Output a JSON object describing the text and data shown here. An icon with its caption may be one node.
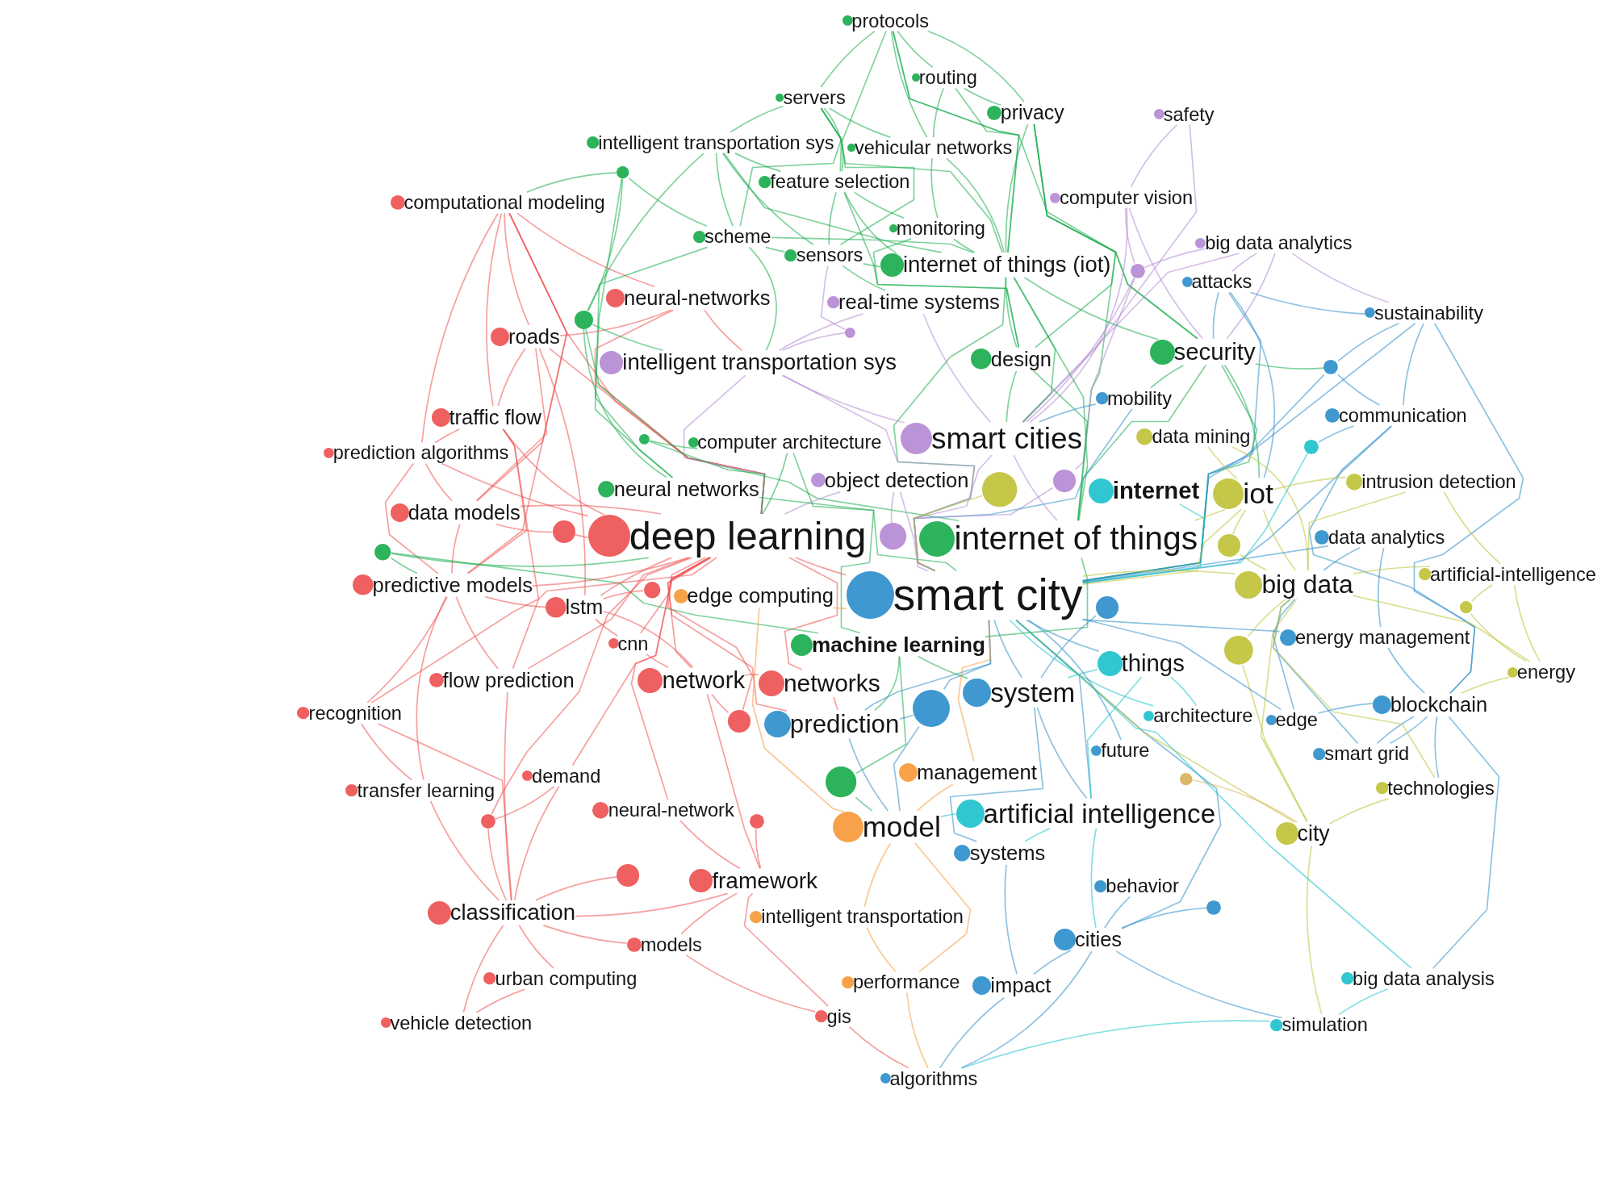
{
  "diagram": {
    "nodes": [
      {
        "text": [
          "protocols"
        ]
      },
      {
        "text": [
          "routing"
        ]
      },
      {
        "text": [
          "servers"
        ]
      },
      {
        "text": [
          "privacy"
        ]
      },
      {
        "text": [
          "safety"
        ]
      },
      {
        "text": [
          "intelligent transportation sys"
        ]
      },
      {
        "text": [
          "vehicular networks"
        ]
      },
      {
        "text": [],
        "shape": "circle"
      },
      {
        "text": [
          "feature selection"
        ]
      },
      {
        "text": [
          "computer vision"
        ]
      },
      {
        "text": [
          "computational modeling"
        ]
      },
      {
        "text": [
          "monitoring"
        ]
      },
      {
        "text": [
          "scheme"
        ]
      },
      {
        "text": [
          "big data analytics"
        ]
      },
      {
        "text": [
          "sensors"
        ]
      },
      {
        "text": [
          "internet of things (iot)"
        ]
      },
      {
        "text": [],
        "shape": "circle"
      },
      {
        "text": [
          "attacks"
        ]
      },
      {
        "text": [
          "neural-networks"
        ]
      },
      {
        "text": [
          "sustainability"
        ]
      },
      {
        "text": [
          "real-time systems"
        ]
      },
      {
        "text": [],
        "shape": "circle"
      },
      {
        "text": [],
        "shape": "circle"
      },
      {
        "text": [
          "roads"
        ]
      },
      {
        "text": [
          "intelligent transportation sys"
        ]
      },
      {
        "text": [
          "security"
        ]
      },
      {
        "text": [
          "design"
        ]
      },
      {
        "text": [],
        "shape": "circle"
      },
      {
        "text": [
          "mobility"
        ]
      },
      {
        "text": [
          "traffic flow"
        ]
      },
      {
        "text": [
          "communication"
        ]
      },
      {
        "text": [
          "data mining"
        ]
      },
      {
        "text": [],
        "shape": "circle"
      },
      {
        "text": [
          "computer architecture"
        ]
      },
      {
        "text": [
          "smart cities"
        ]
      },
      {
        "text": [],
        "shape": "circle"
      },
      {
        "text": [
          "prediction algorithms"
        ]
      },
      {
        "text": [],
        "shape": "circle"
      },
      {
        "text": [
          "intrusion detection"
        ]
      },
      {
        "text": [
          "object detection"
        ]
      },
      {
        "text": [
          "neural networks"
        ]
      },
      {
        "text": [
          "iot"
        ]
      },
      {
        "text": [
          "internet"
        ]
      },
      {
        "text": [],
        "shape": "circle"
      },
      {
        "text": [
          "data models"
        ]
      },
      {
        "text": [],
        "shape": "circle"
      },
      {
        "text": [],
        "shape": "circle"
      },
      {
        "text": [
          "deep learning"
        ]
      },
      {
        "text": [
          "internet of things"
        ]
      },
      {
        "text": [
          "data analytics"
        ]
      },
      {
        "text": [],
        "shape": "circle"
      },
      {
        "text": [],
        "shape": "circle"
      },
      {
        "text": [],
        "shape": "circle"
      },
      {
        "text": [
          "artificial-intelligence"
        ]
      },
      {
        "text": [
          "big data"
        ]
      },
      {
        "text": [
          "predictive models"
        ]
      },
      {
        "text": [
          "edge computing"
        ]
      },
      {
        "text": [
          "smart city"
        ]
      },
      {
        "text": [],
        "shape": "circle"
      },
      {
        "text": [
          "lstm"
        ]
      },
      {
        "text": [
          "machine learning"
        ]
      },
      {
        "text": [],
        "shape": "circle"
      },
      {
        "text": [
          "energy management"
        ]
      },
      {
        "text": [],
        "shape": "circle"
      },
      {
        "text": [
          "networks"
        ]
      },
      {
        "text": [
          "cnn"
        ]
      },
      {
        "text": [
          "things"
        ]
      },
      {
        "text": [
          "energy"
        ]
      },
      {
        "text": [
          "network"
        ]
      },
      {
        "text": [
          "flow prediction"
        ]
      },
      {
        "text": [
          "system"
        ]
      },
      {
        "text": [
          "prediction"
        ]
      },
      {
        "text": [],
        "shape": "circle"
      },
      {
        "text": [
          "blockchain"
        ]
      },
      {
        "text": [
          "recognition"
        ]
      },
      {
        "text": [],
        "shape": "circle"
      },
      {
        "text": [
          "architecture"
        ]
      },
      {
        "text": [
          "edge"
        ]
      },
      {
        "text": [
          "future"
        ]
      },
      {
        "text": [
          "smart grid"
        ]
      },
      {
        "text": [
          "management"
        ]
      },
      {
        "text": [
          "technologies"
        ]
      },
      {
        "text": [
          "demand"
        ]
      },
      {
        "text": [
          "transfer learning"
        ]
      },
      {
        "text": [],
        "shape": "circle"
      },
      {
        "text": [
          "neural-network"
        ]
      },
      {
        "text": [],
        "shape": "circle"
      },
      {
        "text": [
          "artificial intelligence"
        ]
      },
      {
        "text": [],
        "shape": "circle"
      },
      {
        "text": [],
        "shape": "circle"
      },
      {
        "text": [
          "model"
        ]
      },
      {
        "text": [
          "city"
        ]
      },
      {
        "text": [
          "systems"
        ]
      },
      {
        "text": [],
        "shape": "circle"
      },
      {
        "text": [
          "framework"
        ]
      },
      {
        "text": [
          "behavior"
        ]
      },
      {
        "text": [],
        "shape": "circle"
      },
      {
        "text": [
          "classification"
        ]
      },
      {
        "text": [
          "intelligent transportation"
        ]
      },
      {
        "text": [
          "cities"
        ]
      },
      {
        "text": [
          "models"
        ]
      },
      {
        "text": [
          "urban computing"
        ]
      },
      {
        "text": [
          "big data analysis"
        ]
      },
      {
        "text": [
          "performance"
        ]
      },
      {
        "text": [
          "impact"
        ]
      },
      {
        "text": [
          "gis"
        ]
      },
      {
        "text": [
          "vehicle detection"
        ]
      },
      {
        "text": [
          "simulation"
        ]
      },
      {
        "text": [
          "algorithms"
        ]
      }
    ],
    "edges": [
      {
        "from": 0,
        "to": 2,
        "arrow": "none"
      },
      {
        "from": 0,
        "to": 1,
        "arrow": "none"
      },
      {
        "from": 0,
        "to": 3,
        "arrow": "none"
      },
      {
        "from": 0,
        "to": 6,
        "arrow": "none"
      },
      {
        "from": 0,
        "to": 8,
        "arrow": "none"
      },
      {
        "from": 0,
        "to": 15,
        "arrow": "none"
      },
      {
        "from": 0,
        "to": 25,
        "arrow": "none"
      },
      {
        "from": 2,
        "to": 5,
        "arrow": "none"
      },
      {
        "from": 2,
        "to": 8,
        "arrow": "none"
      },
      {
        "from": 2,
        "to": 14,
        "arrow": "none"
      },
      {
        "from": 2,
        "to": 12,
        "arrow": "none"
      },
      {
        "from": 2,
        "to": 15,
        "arrow": "none"
      },
      {
        "from": 2,
        "to": 6,
        "arrow": "none"
      },
      {
        "from": 1,
        "to": 6,
        "arrow": "none"
      },
      {
        "from": 1,
        "to": 3,
        "arrow": "none"
      },
      {
        "from": 1,
        "to": 15,
        "arrow": "none"
      },
      {
        "from": 3,
        "to": 15,
        "arrow": "none"
      },
      {
        "from": 3,
        "to": 26,
        "arrow": "none"
      },
      {
        "from": 3,
        "to": 48,
        "arrow": "none"
      },
      {
        "from": 3,
        "to": 25,
        "arrow": "none"
      },
      {
        "from": 4,
        "to": 9,
        "arrow": "none",
        "color": "#b58ad4"
      },
      {
        "from": 4,
        "to": 34,
        "arrow": "none",
        "color": "#b58ad4"
      },
      {
        "from": 5,
        "to": 12,
        "arrow": "none"
      },
      {
        "from": 5,
        "to": 8,
        "arrow": "none"
      },
      {
        "from": 5,
        "to": 14,
        "arrow": "none"
      },
      {
        "from": 5,
        "to": 15,
        "arrow": "none"
      },
      {
        "from": 5,
        "to": 22,
        "arrow": "none"
      },
      {
        "from": 6,
        "to": 15,
        "arrow": "none"
      },
      {
        "from": 6,
        "to": 11,
        "arrow": "none"
      },
      {
        "from": 7,
        "to": 10,
        "arrow": "none"
      },
      {
        "from": 7,
        "to": 22,
        "arrow": "none"
      },
      {
        "from": 7,
        "to": 12,
        "arrow": "none"
      },
      {
        "from": 7,
        "to": 40,
        "arrow": "none"
      },
      {
        "from": 8,
        "to": 14,
        "arrow": "none"
      },
      {
        "from": 8,
        "to": 11,
        "arrow": "none"
      },
      {
        "from": 8,
        "to": 15,
        "arrow": "none"
      },
      {
        "from": 8,
        "to": 26,
        "arrow": "none"
      },
      {
        "from": 9,
        "to": 16,
        "arrow": "none",
        "color": "#b58ad4"
      },
      {
        "from": 9,
        "to": 34,
        "arrow": "none",
        "color": "#b58ad4"
      },
      {
        "from": 9,
        "to": 25,
        "arrow": "none",
        "color": "#b58ad4"
      },
      {
        "from": 10,
        "to": 23,
        "arrow": "none",
        "color": "#ee5252"
      },
      {
        "from": 10,
        "to": 29,
        "arrow": "none",
        "color": "#ee5252"
      },
      {
        "from": 10,
        "to": 36,
        "arrow": "none",
        "color": "#ee5252"
      },
      {
        "from": 10,
        "to": 44,
        "arrow": "none",
        "color": "#ee5252"
      },
      {
        "from": 10,
        "to": 55,
        "arrow": "none",
        "color": "#ee5252"
      },
      {
        "from": 10,
        "to": 47,
        "arrow": "none",
        "color": "#ee5252"
      },
      {
        "from": 10,
        "to": 18,
        "arrow": "none",
        "color": "#ee5252"
      },
      {
        "from": 11,
        "to": 15,
        "arrow": "none"
      },
      {
        "from": 11,
        "to": 26,
        "arrow": "none"
      },
      {
        "from": 12,
        "to": 14,
        "arrow": "none"
      },
      {
        "from": 12,
        "to": 15,
        "arrow": "none"
      },
      {
        "from": 12,
        "to": 24,
        "arrow": "none"
      },
      {
        "from": 12,
        "to": 40,
        "arrow": "none"
      },
      {
        "from": 13,
        "to": 17,
        "arrow": "none",
        "color": "#b58ad4"
      },
      {
        "from": 13,
        "to": 16,
        "arrow": "none",
        "color": "#b58ad4"
      },
      {
        "from": 13,
        "to": 34,
        "arrow": "none",
        "color": "#b58ad4"
      },
      {
        "from": 13,
        "to": 25,
        "arrow": "none",
        "color": "#b58ad4"
      },
      {
        "from": 13,
        "to": 19,
        "arrow": "none",
        "color": "#b58ad4"
      },
      {
        "from": 14,
        "to": 15,
        "arrow": "none"
      },
      {
        "from": 14,
        "to": 20,
        "arrow": "none"
      },
      {
        "from": 15,
        "to": 26,
        "arrow": "none"
      },
      {
        "from": 15,
        "to": 34,
        "arrow": "none"
      },
      {
        "from": 15,
        "to": 48,
        "arrow": "none"
      },
      {
        "from": 15,
        "to": 25,
        "arrow": "none"
      },
      {
        "from": 15,
        "to": 57,
        "arrow": "none"
      },
      {
        "from": 16,
        "to": 34,
        "arrow": "none",
        "color": "#b58ad4"
      },
      {
        "from": 16,
        "to": 37,
        "arrow": "none",
        "color": "#b58ad4"
      },
      {
        "from": 17,
        "to": 25,
        "arrow": "none",
        "color": "#2f8fcb"
      },
      {
        "from": 17,
        "to": 19,
        "arrow": "none",
        "color": "#2f8fcb"
      },
      {
        "from": 17,
        "to": 57,
        "arrow": "none",
        "color": "#2f8fcb"
      },
      {
        "from": 17,
        "to": 41,
        "arrow": "none",
        "color": "#2f8fcb"
      },
      {
        "from": 18,
        "to": 23,
        "arrow": "none",
        "color": "#ee5252"
      },
      {
        "from": 18,
        "to": 47,
        "arrow": "none",
        "color": "#ee5252"
      },
      {
        "from": 18,
        "to": 24,
        "arrow": "none",
        "color": "#ee5252"
      },
      {
        "from": 19,
        "to": 27,
        "arrow": "none",
        "color": "#2f8fcb"
      },
      {
        "from": 19,
        "to": 30,
        "arrow": "none",
        "color": "#2f8fcb"
      },
      {
        "from": 19,
        "to": 57,
        "arrow": "none",
        "color": "#2f8fcb"
      },
      {
        "from": 19,
        "to": 73,
        "arrow": "none",
        "color": "#2f8fcb"
      },
      {
        "from": 20,
        "to": 34,
        "arrow": "none",
        "color": "#b58ad4"
      },
      {
        "from": 20,
        "to": 24,
        "arrow": "none",
        "color": "#b58ad4"
      },
      {
        "from": 21,
        "to": 24,
        "arrow": "none",
        "color": "#b58ad4"
      },
      {
        "from": 21,
        "to": 14,
        "arrow": "none",
        "color": "#b58ad4"
      },
      {
        "from": 22,
        "to": 24,
        "arrow": "none"
      },
      {
        "from": 22,
        "to": 48,
        "arrow": "none"
      },
      {
        "from": 22,
        "to": 40,
        "arrow": "none"
      },
      {
        "from": 23,
        "to": 29,
        "arrow": "none",
        "color": "#ee5252"
      },
      {
        "from": 23,
        "to": 47,
        "arrow": "none",
        "color": "#ee5252"
      },
      {
        "from": 23,
        "to": 44,
        "arrow": "none",
        "color": "#ee5252"
      },
      {
        "from": 23,
        "to": 59,
        "arrow": "none",
        "color": "#ee5252"
      },
      {
        "from": 24,
        "to": 34,
        "arrow": "none",
        "color": "#b58ad4"
      },
      {
        "from": 24,
        "to": 47,
        "arrow": "none",
        "color": "#b58ad4"
      },
      {
        "from": 24,
        "to": 57,
        "arrow": "none",
        "color": "#b58ad4"
      },
      {
        "from": 25,
        "to": 48,
        "arrow": "none"
      },
      {
        "from": 25,
        "to": 57,
        "arrow": "none"
      },
      {
        "from": 25,
        "to": 27,
        "arrow": "none"
      },
      {
        "from": 25,
        "to": 41,
        "arrow": "none"
      },
      {
        "from": 25,
        "to": 28,
        "arrow": "none"
      },
      {
        "from": 26,
        "to": 48,
        "arrow": "none"
      },
      {
        "from": 26,
        "to": 34,
        "arrow": "none"
      },
      {
        "from": 27,
        "to": 30,
        "arrow": "none",
        "color": "#2f8fcb"
      },
      {
        "from": 27,
        "to": 57,
        "arrow": "none",
        "color": "#2f8fcb"
      },
      {
        "from": 28,
        "to": 57,
        "arrow": "none",
        "color": "#2f8fcb"
      },
      {
        "from": 28,
        "to": 34,
        "arrow": "none",
        "color": "#2f8fcb"
      },
      {
        "from": 29,
        "to": 36,
        "arrow": "none",
        "color": "#ee5252"
      },
      {
        "from": 29,
        "to": 47,
        "arrow": "none",
        "color": "#ee5252"
      },
      {
        "from": 29,
        "to": 55,
        "arrow": "none",
        "color": "#ee5252"
      },
      {
        "from": 29,
        "to": 69,
        "arrow": "none",
        "color": "#ee5252"
      },
      {
        "from": 30,
        "to": 35,
        "arrow": "none",
        "color": "#2f8fcb"
      },
      {
        "from": 30,
        "to": 57,
        "arrow": "none",
        "color": "#2f8fcb"
      },
      {
        "from": 30,
        "to": 73,
        "arrow": "none",
        "color": "#2f8fcb"
      },
      {
        "from": 31,
        "to": 41,
        "arrow": "none",
        "color": "#c0c23a"
      },
      {
        "from": 31,
        "to": 54,
        "arrow": "none",
        "color": "#c0c23a"
      },
      {
        "from": 32,
        "to": 47,
        "arrow": "none"
      },
      {
        "from": 32,
        "to": 33,
        "arrow": "none"
      },
      {
        "from": 33,
        "to": 47,
        "arrow": "none"
      },
      {
        "from": 33,
        "to": 57,
        "arrow": "none"
      },
      {
        "from": 34,
        "to": 57,
        "arrow": "none",
        "color": "#b58ad4"
      },
      {
        "from": 34,
        "to": 48,
        "arrow": "none",
        "color": "#b58ad4"
      },
      {
        "from": 35,
        "to": 57,
        "arrow": "none",
        "color": "#1ec2cc"
      },
      {
        "from": 36,
        "to": 44,
        "arrow": "none",
        "color": "#ee5252"
      },
      {
        "from": 36,
        "to": 55,
        "arrow": "none",
        "color": "#ee5252"
      },
      {
        "from": 36,
        "to": 47,
        "arrow": "none",
        "color": "#ee5252"
      },
      {
        "from": 37,
        "to": 57,
        "arrow": "none",
        "color": "#b58ad4"
      },
      {
        "from": 38,
        "to": 41,
        "arrow": "none",
        "color": "#c0c23a"
      },
      {
        "from": 38,
        "to": 54,
        "arrow": "none",
        "color": "#c0c23a"
      },
      {
        "from": 38,
        "to": 53,
        "arrow": "none",
        "color": "#c0c23a"
      },
      {
        "from": 39,
        "to": 47,
        "arrow": "none",
        "color": "#b58ad4"
      },
      {
        "from": 39,
        "to": 57,
        "arrow": "none",
        "color": "#b58ad4"
      },
      {
        "from": 39,
        "to": 46,
        "arrow": "none",
        "color": "#b58ad4"
      },
      {
        "from": 40,
        "to": 60,
        "arrow": "none"
      },
      {
        "from": 41,
        "to": 57,
        "arrow": "none",
        "color": "#c0c23a"
      },
      {
        "from": 41,
        "to": 54,
        "arrow": "none",
        "color": "#c0c23a"
      },
      {
        "from": 41,
        "to": 48,
        "arrow": "none",
        "color": "#c0c23a"
      },
      {
        "from": 41,
        "to": 52,
        "arrow": "none",
        "color": "#c0c23a"
      },
      {
        "from": 42,
        "to": 57,
        "arrow": "none",
        "color": "#1ec2cc"
      },
      {
        "from": 43,
        "to": 57,
        "arrow": "none",
        "color": "#c0c23a"
      },
      {
        "from": 44,
        "to": 47,
        "arrow": "none",
        "color": "#ee5252"
      },
      {
        "from": 44,
        "to": 55,
        "arrow": "none",
        "color": "#ee5252"
      },
      {
        "from": 44,
        "to": 45,
        "arrow": "none",
        "color": "#ee5252"
      },
      {
        "from": 45,
        "to": 47,
        "arrow": "none",
        "color": "#ee5252"
      },
      {
        "from": 47,
        "to": 57,
        "arrow": "none",
        "color": "#ee5252"
      },
      {
        "from": 47,
        "to": 59,
        "arrow": "none",
        "color": "#ee5252"
      },
      {
        "from": 47,
        "to": 64,
        "arrow": "none",
        "color": "#ee5252"
      },
      {
        "from": 47,
        "to": 68,
        "arrow": "none",
        "color": "#ee5252"
      },
      {
        "from": 47,
        "to": 71,
        "arrow": "none",
        "color": "#ee5252"
      },
      {
        "from": 48,
        "to": 60,
        "arrow": "none"
      },
      {
        "from": 49,
        "to": 54,
        "arrow": "none",
        "color": "#2f8fcb"
      },
      {
        "from": 49,
        "to": 57,
        "arrow": "none",
        "color": "#2f8fcb"
      },
      {
        "from": 49,
        "to": 62,
        "arrow": "none",
        "color": "#2f8fcb"
      },
      {
        "from": 50,
        "to": 55,
        "arrow": "none"
      },
      {
        "from": 50,
        "to": 47,
        "arrow": "none"
      },
      {
        "from": 50,
        "to": 60,
        "arrow": "none"
      },
      {
        "from": 51,
        "to": 59,
        "arrow": "none",
        "color": "#ee5252"
      },
      {
        "from": 52,
        "to": 54,
        "arrow": "none",
        "color": "#c0c23a"
      },
      {
        "from": 53,
        "to": 54,
        "arrow": "none",
        "color": "#c0c23a"
      },
      {
        "from": 53,
        "to": 61,
        "arrow": "none",
        "color": "#c0c23a"
      },
      {
        "from": 53,
        "to": 67,
        "arrow": "none",
        "color": "#c0c23a"
      },
      {
        "from": 54,
        "to": 57,
        "arrow": "none",
        "color": "#c0c23a"
      },
      {
        "from": 54,
        "to": 63,
        "arrow": "none",
        "color": "#c0c23a"
      },
      {
        "from": 54,
        "to": 91,
        "arrow": "none",
        "color": "#c0c23a"
      },
      {
        "from": 55,
        "to": 59,
        "arrow": "none",
        "color": "#ee5252"
      },
      {
        "from": 55,
        "to": 69,
        "arrow": "none",
        "color": "#ee5252"
      },
      {
        "from": 55,
        "to": 47,
        "arrow": "none",
        "color": "#ee5252"
      },
      {
        "from": 56,
        "to": 57,
        "arrow": "none",
        "color": "#f69a3c"
      },
      {
        "from": 56,
        "to": 90,
        "arrow": "none",
        "color": "#f69a3c"
      },
      {
        "from": 57,
        "to": 70,
        "arrow": "none",
        "color": "#2f8fcb"
      },
      {
        "from": 57,
        "to": 71,
        "arrow": "none",
        "color": "#2f8fcb"
      },
      {
        "from": 57,
        "to": 66,
        "arrow": "none",
        "color": "#2f8fcb"
      },
      {
        "from": 57,
        "to": 87,
        "arrow": "none",
        "color": "#2f8fcb"
      },
      {
        "from": 57,
        "to": 99,
        "arrow": "none",
        "color": "#2f8fcb"
      },
      {
        "from": 57,
        "to": 72,
        "arrow": "none",
        "color": "#2f8fcb"
      },
      {
        "from": 58,
        "to": 70,
        "arrow": "none",
        "color": "#2f8fcb"
      },
      {
        "from": 59,
        "to": 65,
        "arrow": "none",
        "color": "#ee5252"
      },
      {
        "from": 59,
        "to": 68,
        "arrow": "none",
        "color": "#ee5252"
      },
      {
        "from": 60,
        "to": 84,
        "arrow": "none"
      },
      {
        "from": 60,
        "to": 71,
        "arrow": "none"
      },
      {
        "from": 60,
        "to": 70,
        "arrow": "none"
      },
      {
        "from": 61,
        "to": 67,
        "arrow": "none",
        "color": "#c0c23a"
      },
      {
        "from": 62,
        "to": 73,
        "arrow": "none",
        "color": "#2f8fcb"
      },
      {
        "from": 62,
        "to": 57,
        "arrow": "none",
        "color": "#2f8fcb"
      },
      {
        "from": 63,
        "to": 91,
        "arrow": "none",
        "color": "#c0c23a"
      },
      {
        "from": 64,
        "to": 68,
        "arrow": "none",
        "color": "#ee5252"
      },
      {
        "from": 64,
        "to": 71,
        "arrow": "none",
        "color": "#ee5252"
      },
      {
        "from": 65,
        "to": 68,
        "arrow": "none",
        "color": "#ee5252"
      },
      {
        "from": 65,
        "to": 47,
        "arrow": "none",
        "color": "#ee5252"
      },
      {
        "from": 66,
        "to": 70,
        "arrow": "none",
        "color": "#1ec2cc"
      },
      {
        "from": 66,
        "to": 87,
        "arrow": "none",
        "color": "#1ec2cc"
      },
      {
        "from": 67,
        "to": 73,
        "arrow": "none",
        "color": "#c0c23a"
      },
      {
        "from": 67,
        "to": 54,
        "arrow": "none",
        "color": "#c0c23a"
      },
      {
        "from": 68,
        "to": 75,
        "arrow": "none",
        "color": "#ee5252"
      },
      {
        "from": 68,
        "to": 94,
        "arrow": "none",
        "color": "#ee5252"
      },
      {
        "from": 69,
        "to": 47,
        "arrow": "none",
        "color": "#ee5252"
      },
      {
        "from": 69,
        "to": 97,
        "arrow": "none",
        "color": "#ee5252"
      },
      {
        "from": 70,
        "to": 92,
        "arrow": "none",
        "color": "#2f8fcb"
      },
      {
        "from": 70,
        "to": 87,
        "arrow": "none",
        "color": "#2f8fcb"
      },
      {
        "from": 71,
        "to": 90,
        "arrow": "none",
        "color": "#2f8fcb"
      },
      {
        "from": 71,
        "to": 72,
        "arrow": "none",
        "color": "#2f8fcb"
      },
      {
        "from": 72,
        "to": 90,
        "arrow": "none",
        "color": "#2f8fcb"
      },
      {
        "from": 73,
        "to": 77,
        "arrow": "none",
        "color": "#2f8fcb"
      },
      {
        "from": 73,
        "to": 79,
        "arrow": "none",
        "color": "#2f8fcb"
      },
      {
        "from": 73,
        "to": 81,
        "arrow": "none",
        "color": "#2f8fcb"
      },
      {
        "from": 73,
        "to": 102,
        "arrow": "none",
        "color": "#2f8fcb"
      },
      {
        "from": 74,
        "to": 55,
        "arrow": "none",
        "color": "#ee5252"
      },
      {
        "from": 74,
        "to": 83,
        "arrow": "none",
        "color": "#ee5252"
      },
      {
        "from": 74,
        "to": 47,
        "arrow": "none",
        "color": "#ee5252"
      },
      {
        "from": 74,
        "to": 97,
        "arrow": "none",
        "color": "#ee5252"
      },
      {
        "from": 75,
        "to": 47,
        "arrow": "none",
        "color": "#ee5252"
      },
      {
        "from": 76,
        "to": 57,
        "arrow": "none",
        "color": "#1ec2cc"
      },
      {
        "from": 76,
        "to": 66,
        "arrow": "none",
        "color": "#1ec2cc"
      },
      {
        "from": 77,
        "to": 54,
        "arrow": "none",
        "color": "#2f8fcb"
      },
      {
        "from": 77,
        "to": 57,
        "arrow": "none",
        "color": "#2f8fcb"
      },
      {
        "from": 78,
        "to": 57,
        "arrow": "none",
        "color": "#2f8fcb"
      },
      {
        "from": 79,
        "to": 54,
        "arrow": "none",
        "color": "#2f8fcb"
      },
      {
        "from": 79,
        "to": 73,
        "arrow": "none",
        "color": "#2f8fcb"
      },
      {
        "from": 80,
        "to": 90,
        "arrow": "none",
        "color": "#f69a3c"
      },
      {
        "from": 80,
        "to": 57,
        "arrow": "none",
        "color": "#f69a3c"
      },
      {
        "from": 81,
        "to": 54,
        "arrow": "none",
        "color": "#c0c23a"
      },
      {
        "from": 81,
        "to": 91,
        "arrow": "none",
        "color": "#c0c23a"
      },
      {
        "from": 82,
        "to": 47,
        "arrow": "none",
        "color": "#ee5252"
      },
      {
        "from": 82,
        "to": 97,
        "arrow": "none",
        "color": "#ee5252"
      },
      {
        "from": 83,
        "to": 97,
        "arrow": "none",
        "color": "#ee5252"
      },
      {
        "from": 83,
        "to": 55,
        "arrow": "none",
        "color": "#ee5252"
      },
      {
        "from": 84,
        "to": 90,
        "arrow": "none"
      },
      {
        "from": 85,
        "to": 47,
        "arrow": "none",
        "color": "#ee5252"
      },
      {
        "from": 85,
        "to": 94,
        "arrow": "none",
        "color": "#ee5252"
      },
      {
        "from": 86,
        "to": 97,
        "arrow": "none",
        "color": "#ee5252"
      },
      {
        "from": 86,
        "to": 47,
        "arrow": "none",
        "color": "#ee5252"
      },
      {
        "from": 86,
        "to": 82,
        "arrow": "none",
        "color": "#ee5252"
      },
      {
        "from": 87,
        "to": 99,
        "arrow": "none",
        "color": "#1ec2cc"
      },
      {
        "from": 87,
        "to": 92,
        "arrow": "none",
        "color": "#1ec2cc"
      },
      {
        "from": 87,
        "to": 90,
        "arrow": "none",
        "color": "#1ec2cc"
      },
      {
        "from": 88,
        "to": 91,
        "arrow": "none",
        "color": "#d8b25a"
      },
      {
        "from": 89,
        "to": 94,
        "arrow": "none",
        "color": "#ee5252"
      },
      {
        "from": 90,
        "to": 98,
        "arrow": "none",
        "color": "#f69a3c"
      },
      {
        "from": 90,
        "to": 103,
        "arrow": "none",
        "color": "#f69a3c"
      },
      {
        "from": 91,
        "to": 107,
        "arrow": "none",
        "color": "#c0c23a"
      },
      {
        "from": 91,
        "to": 57,
        "arrow": "none",
        "color": "#c0c23a"
      },
      {
        "from": 92,
        "to": 104,
        "arrow": "none",
        "color": "#2f8fcb"
      },
      {
        "from": 93,
        "to": 97,
        "arrow": "none",
        "color": "#ee5252"
      },
      {
        "from": 94,
        "to": 100,
        "arrow": "none",
        "color": "#ee5252"
      },
      {
        "from": 94,
        "to": 97,
        "arrow": "none",
        "color": "#ee5252"
      },
      {
        "from": 95,
        "to": 99,
        "arrow": "none",
        "color": "#2f8fcb"
      },
      {
        "from": 96,
        "to": 99,
        "arrow": "none",
        "color": "#2f8fcb"
      },
      {
        "from": 97,
        "to": 101,
        "arrow": "none",
        "color": "#ee5252"
      },
      {
        "from": 97,
        "to": 106,
        "arrow": "none",
        "color": "#ee5252"
      },
      {
        "from": 97,
        "to": 100,
        "arrow": "none",
        "color": "#ee5252"
      },
      {
        "from": 98,
        "to": 103,
        "arrow": "none",
        "color": "#f69a3c"
      },
      {
        "from": 99,
        "to": 104,
        "arrow": "none",
        "color": "#2f8fcb"
      },
      {
        "from": 99,
        "to": 108,
        "arrow": "none",
        "color": "#2f8fcb"
      },
      {
        "from": 99,
        "to": 107,
        "arrow": "none",
        "color": "#2f8fcb"
      },
      {
        "from": 100,
        "to": 105,
        "arrow": "none",
        "color": "#ee5252"
      },
      {
        "from": 101,
        "to": 106,
        "arrow": "none",
        "color": "#ee5252"
      },
      {
        "from": 102,
        "to": 107,
        "arrow": "none",
        "color": "#1ec2cc"
      },
      {
        "from": 102,
        "to": 57,
        "arrow": "none",
        "color": "#1ec2cc"
      },
      {
        "from": 103,
        "to": 108,
        "arrow": "none",
        "color": "#f69a3c"
      },
      {
        "from": 104,
        "to": 108,
        "arrow": "none",
        "color": "#2f8fcb"
      },
      {
        "from": 105,
        "to": 94,
        "arrow": "none",
        "color": "#ee5252"
      },
      {
        "from": 105,
        "to": 108,
        "arrow": "none",
        "color": "#ee5252"
      },
      {
        "from": 107,
        "to": 108,
        "arrow": "none",
        "color": "#1ec2cc"
      }
    ]
  }
}
